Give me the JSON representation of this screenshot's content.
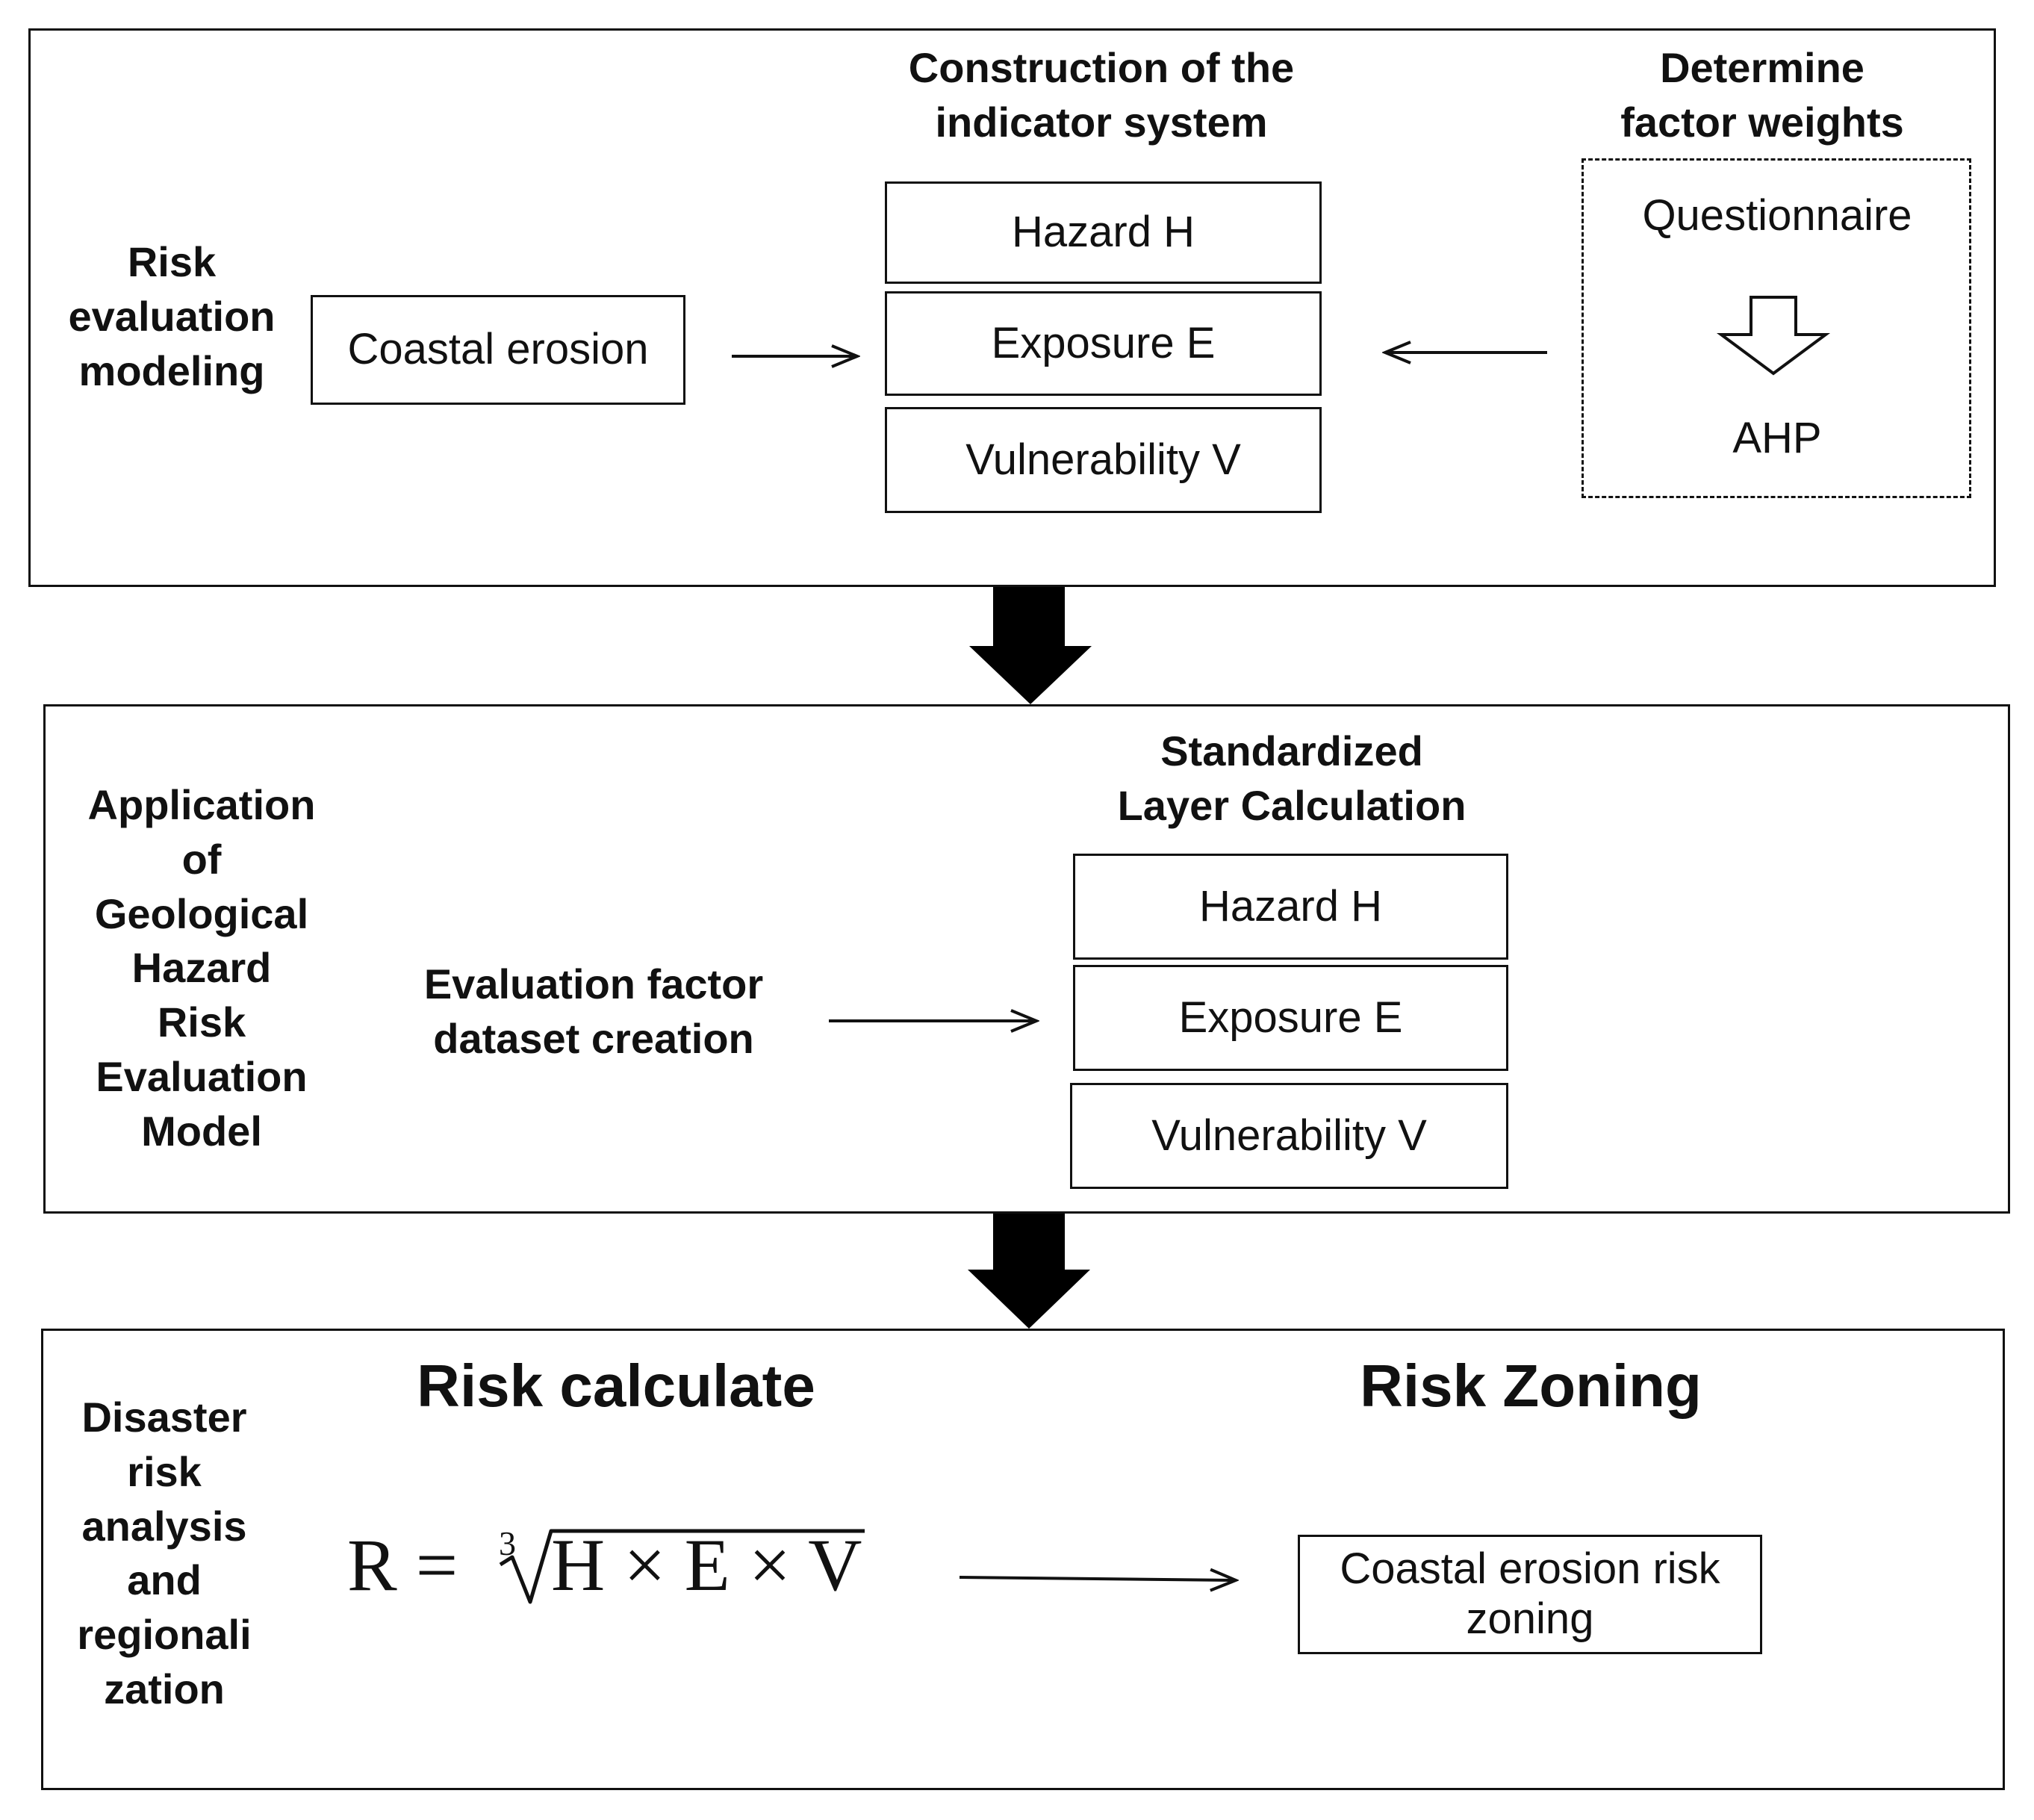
{
  "panel1": {
    "side_label": "Risk\nevaluation\nmodeling",
    "input_box": "Coastal erosion",
    "header_indicator": "Construction of the\nindicator system",
    "header_weights": "Determine\nfactor weights",
    "indicators": [
      "Hazard H",
      "Exposure E",
      "Vulnerability V"
    ],
    "weights_top": "Questionnaire",
    "weights_bottom": "AHP"
  },
  "panel2": {
    "side_label": "Application\nof\nGeological\nHazard\nRisk\nEvaluation\nModel",
    "dataset_label": "Evaluation factor\ndataset creation",
    "header_layers": "Standardized\nLayer Calculation",
    "layers": [
      "Hazard H",
      "Exposure E",
      "Vulnerability V"
    ]
  },
  "panel3": {
    "side_label": "Disaster\nrisk\nanalysis\nand\nregionali\nzation",
    "header_calc": "Risk calculate",
    "header_zoning": "Risk Zoning",
    "formula_lhs": "R =",
    "formula_index": "3",
    "formula_radicand": "H × E × V",
    "output_box": "Coastal erosion risk\nzoning"
  }
}
